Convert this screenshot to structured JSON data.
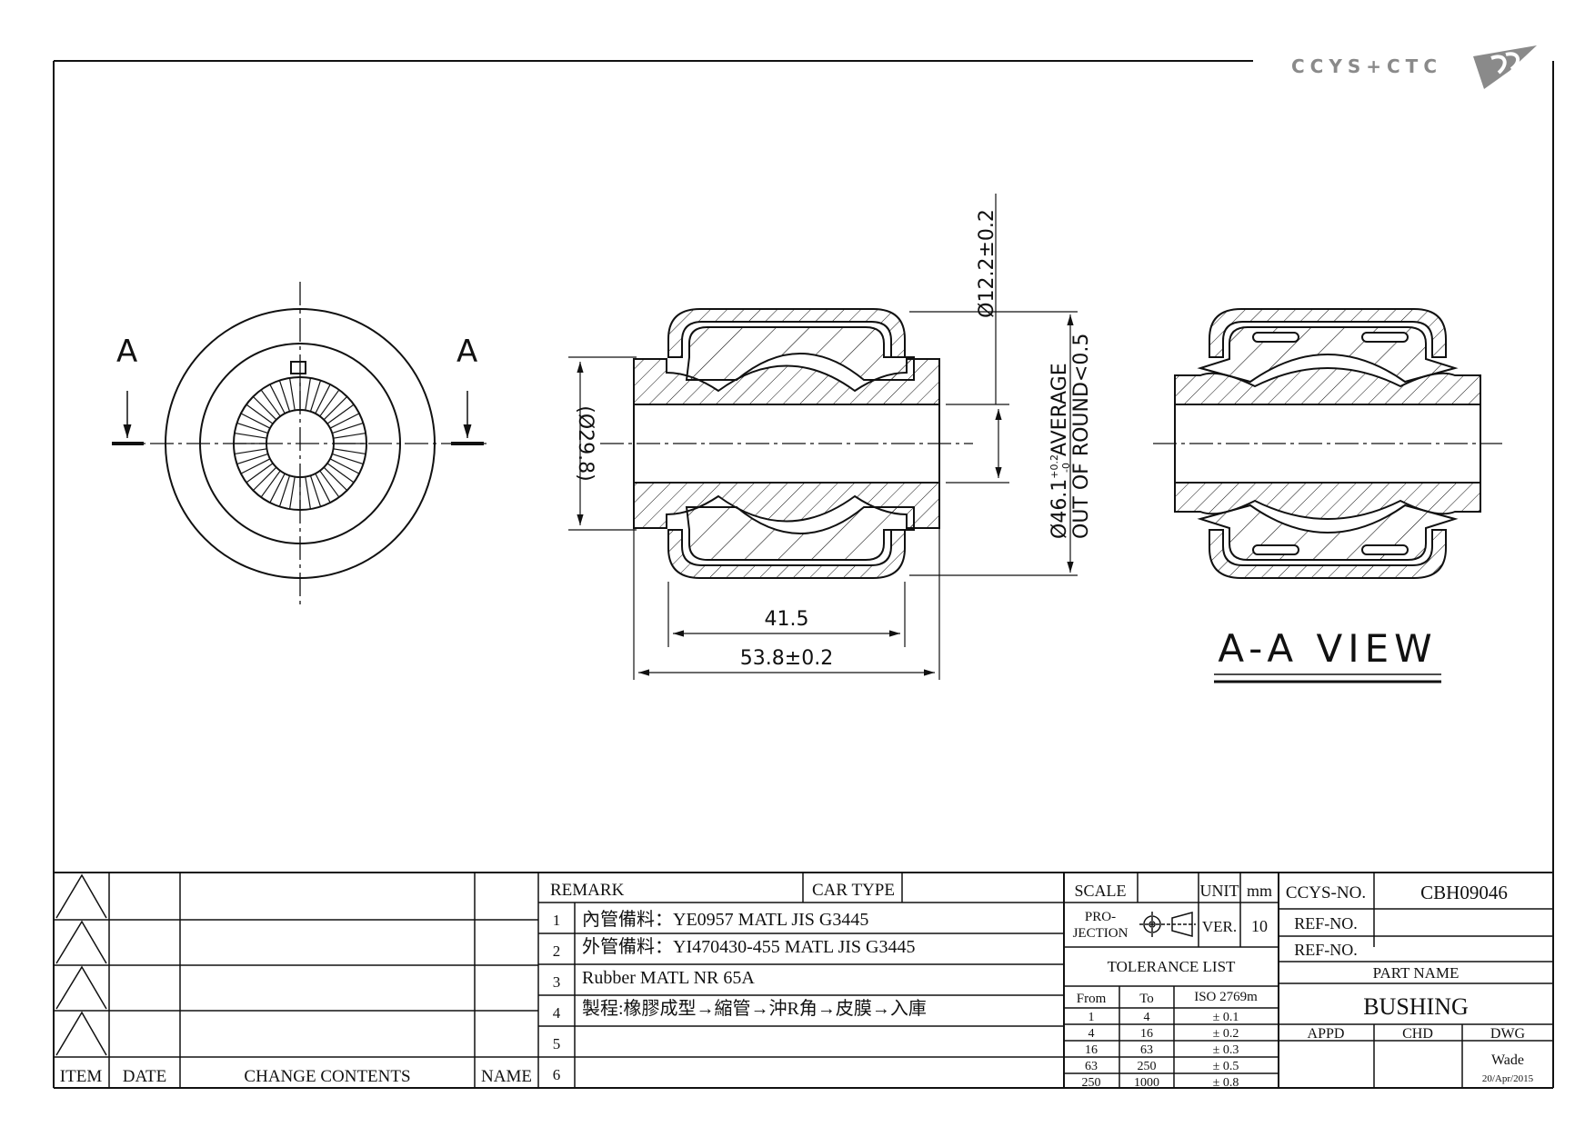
{
  "logo": {
    "text": "CCYS+CTC"
  },
  "section_marks": {
    "left": "A",
    "right": "A"
  },
  "dimensions": {
    "inner_dia": "(Ø29.8)",
    "bore_dia": "Ø12.2±0.2",
    "outer_dia_line1": "Ø46.1",
    "outer_dia_tol_upper": "+0.2",
    "outer_dia_tol_lower": "-0",
    "outer_dia_suffix": " AVERAGE",
    "outer_dia_line2": "OUT OF ROUND<0.5",
    "outer_length": "41.5",
    "inner_length": "53.8±0.2"
  },
  "view_label": "A-A VIEW",
  "revision_table": {
    "headers": {
      "item": "ITEM",
      "date": "DATE",
      "change_contents": "CHANGE CONTENTS",
      "name": "NAME"
    }
  },
  "remarks": {
    "remark_label": "REMARK",
    "car_type_label": "CAR TYPE",
    "car_type_value": "",
    "rows": [
      {
        "num": "1",
        "text": "內管備料：YE0957 MATL JIS G3445"
      },
      {
        "num": "2",
        "text": "外管備料：YI470430-455 MATL JIS G3445"
      },
      {
        "num": "3",
        "text": "Rubber MATL NR 65A"
      },
      {
        "num": "4",
        "text": "製程:橡膠成型→縮管→沖R角→皮膜→入庫"
      },
      {
        "num": "5",
        "text": ""
      },
      {
        "num": "6",
        "text": ""
      }
    ]
  },
  "info": {
    "scale_label": "SCALE",
    "scale_value": "",
    "unit_label": "UNIT",
    "unit_value": "mm",
    "projection_line1": "PRO-",
    "projection_line2": "JECTION",
    "ver_label": "VER.",
    "ver_value": "10",
    "tolerance_title": "TOLERANCE LIST",
    "tolerance_headers": {
      "from": "From",
      "to": "To",
      "iso": "ISO 2769m"
    },
    "tolerance_rows": [
      {
        "from": "1",
        "to": "4",
        "tol": "± 0.1"
      },
      {
        "from": "4",
        "to": "16",
        "tol": "± 0.2"
      },
      {
        "from": "16",
        "to": "63",
        "tol": "± 0.3"
      },
      {
        "from": "63",
        "to": "250",
        "tol": "± 0.5"
      },
      {
        "from": "250",
        "to": "1000",
        "tol": "± 0.8"
      }
    ]
  },
  "title_block": {
    "ccys_label": "CCYS-NO.",
    "ccys_value": "CBH09046",
    "ref1_label": "REF-NO.",
    "ref1_value": "",
    "ref2_label": "REF-NO.",
    "ref2_value": "",
    "part_name_label": "PART NAME",
    "part_name_value": "BUSHING",
    "appd_label": "APPD",
    "chd_label": "CHD",
    "dwg_label": "DWG",
    "dwg_name": "Wade",
    "dwg_date": "20/Apr/2015"
  },
  "colors": {
    "line": "#111111",
    "logo": "#8a8a8a",
    "paper": "#ffffff"
  }
}
